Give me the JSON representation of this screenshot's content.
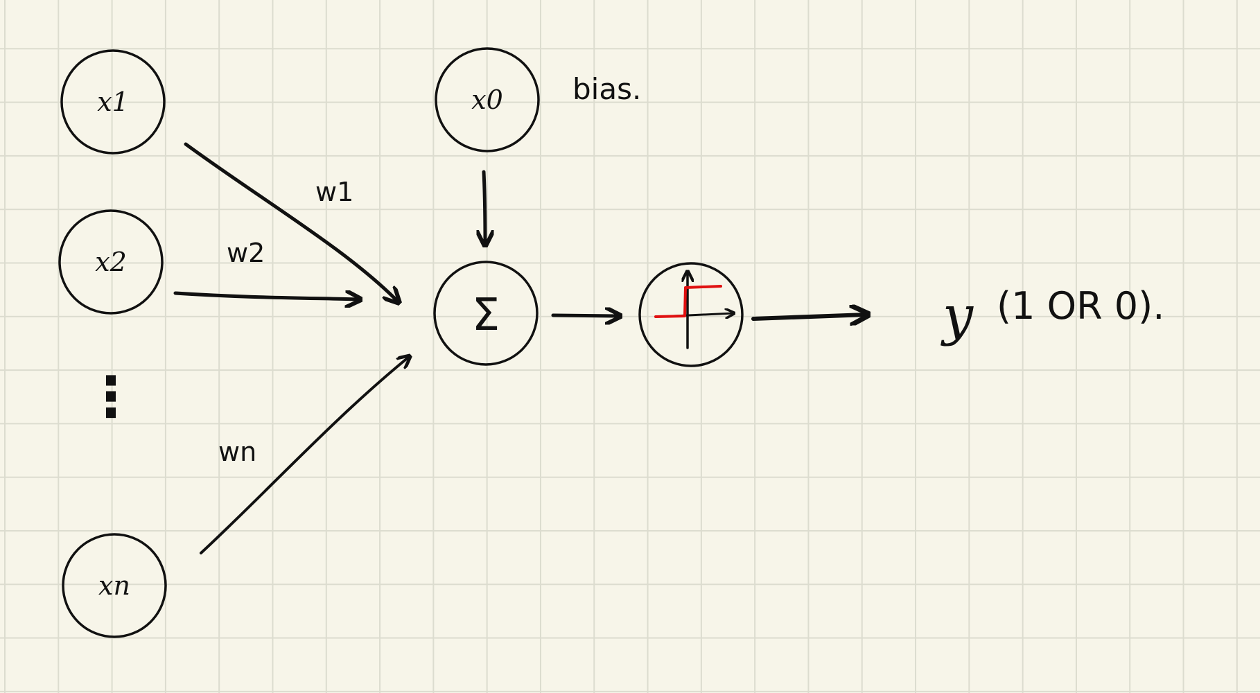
{
  "inputs": {
    "x1": "x1",
    "x2": "x2",
    "xn": "xn",
    "ellipsis": "⋮"
  },
  "weights": {
    "w1": "w1",
    "w2": "w2",
    "wn": "wn"
  },
  "bias": {
    "node": "x0",
    "label": "bias."
  },
  "sum_symbol": "Σ",
  "output": {
    "y": "y",
    "note": "(1 OR 0)."
  },
  "colors": {
    "ink": "#111111",
    "step_function": "#e01010",
    "paper": "#f7f5e9",
    "grid": "#dcdccf"
  }
}
